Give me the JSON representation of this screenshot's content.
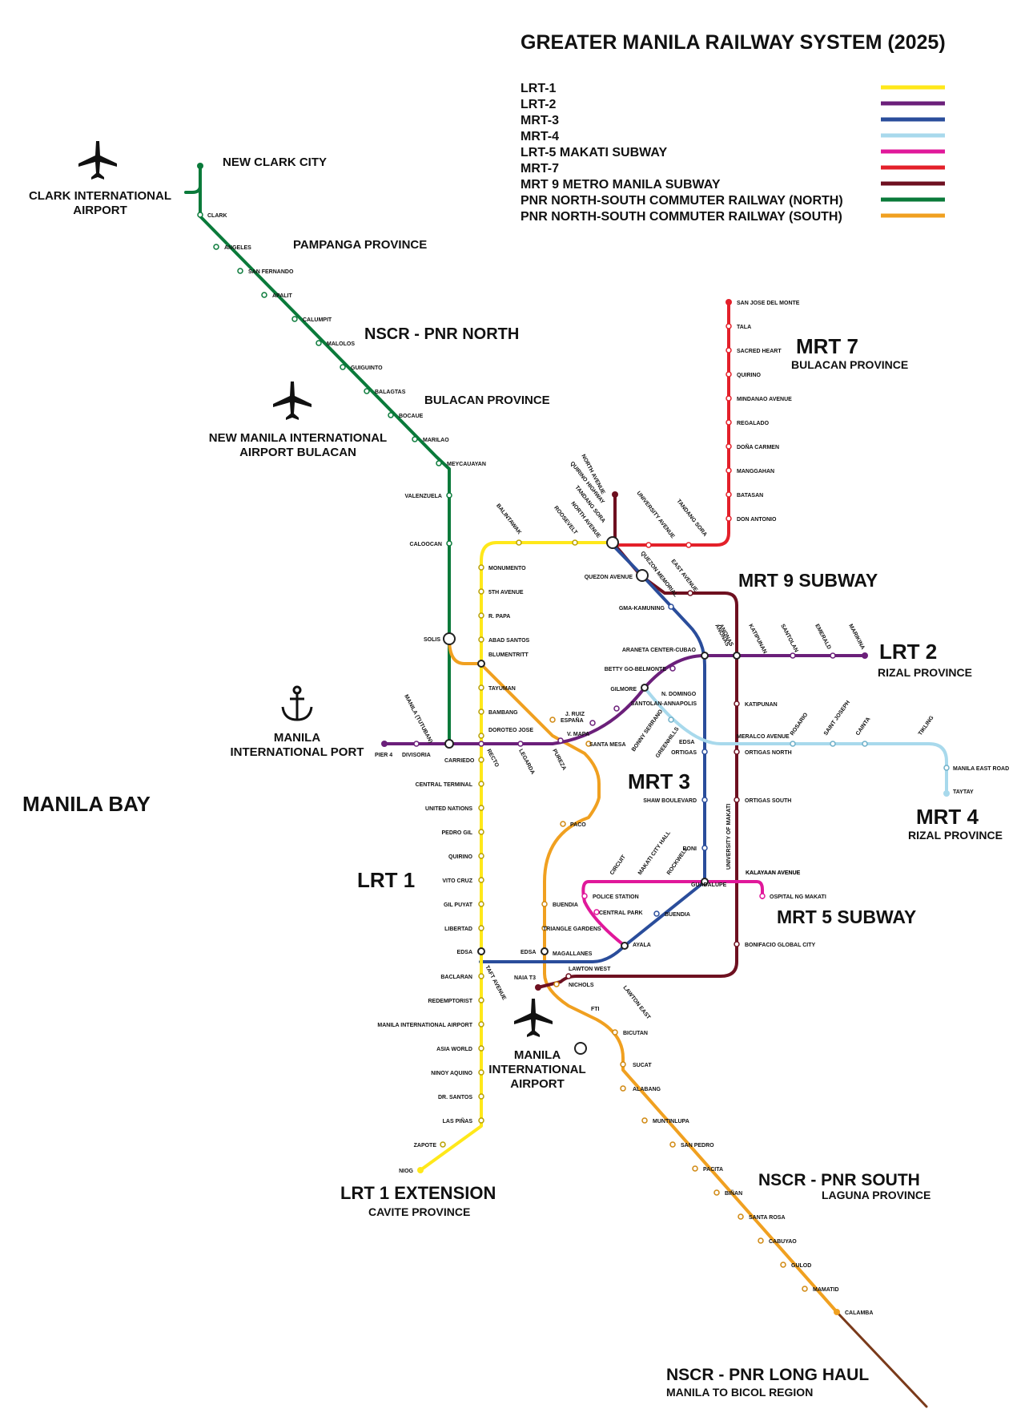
{
  "title": "GREATER MANILA RAILWAY SYSTEM (2025)",
  "legend": [
    {
      "name": "LRT-1",
      "color": "#ffe81a"
    },
    {
      "name": "LRT-2",
      "color": "#6b1f7a"
    },
    {
      "name": "MRT-3",
      "color": "#2a4d9b"
    },
    {
      "name": "MRT-4",
      "color": "#a8d9ec"
    },
    {
      "name": "LRT-5 MAKATI SUBWAY",
      "color": "#e0189a"
    },
    {
      "name": "MRT-7",
      "color": "#e3202a"
    },
    {
      "name": "MRT 9 METRO MANILA SUBWAY",
      "color": "#6e1020"
    },
    {
      "name": "PNR NORTH-SOUTH COMMUTER RAILWAY (NORTH)",
      "color": "#0a7a3a"
    },
    {
      "name": "PNR NORTH-SOUTH COMMUTER RAILWAY (SOUTH)",
      "color": "#f0a020"
    }
  ],
  "labels": {
    "clark_airport_1": "CLARK INTERNATIONAL",
    "clark_airport_2": "AIRPORT",
    "new_clark": "NEW CLARK CITY",
    "pampanga": "PAMPANGA PROVINCE",
    "nscr_north": "NSCR - PNR NORTH",
    "bulacan": "BULACAN PROVINCE",
    "bulacan_airport_1": "NEW MANILA INTERNATIONAL",
    "bulacan_airport_2": "AIRPORT BULACAN",
    "port_1": "MANILA",
    "port_2": "INTERNATIONAL PORT",
    "manila_bay": "MANILA BAY",
    "mrt7": "MRT 7",
    "mrt7_sub": "BULACAN PROVINCE",
    "mrt9": "MRT 9 SUBWAY",
    "lrt2": "LRT 2",
    "lrt2_sub": "RIZAL PROVINCE",
    "mrt3": "MRT 3",
    "mrt4": "MRT 4",
    "mrt4_sub": "RIZAL PROVINCE",
    "lrt1": "LRT 1",
    "mrt5": "MRT 5 SUBWAY",
    "naia_1": "MANILA",
    "naia_2": "INTERNATIONAL",
    "naia_3": "AIRPORT",
    "lrt1_ext": "LRT 1 EXTENSION",
    "lrt1_ext_sub": "CAVITE PROVINCE",
    "nscr_south": "NSCR - PNR SOUTH",
    "nscr_south_sub": "LAGUNA PROVINCE",
    "long_haul": "NSCR - PNR LONG HAUL",
    "long_haul_sub": "MANILA TO BICOL REGION"
  },
  "stations": {
    "pnr_north": [
      "CLARK",
      "ANGELES",
      "SAN FERNANDO",
      "APALIT",
      "CALUMPIT",
      "MALOLOS",
      "GUIGUINTO",
      "BALAGTAS",
      "BOCAUE",
      "MARILAO",
      "MEYCAUAYAN",
      "VALENZUELA",
      "CALOOCAN",
      "SOLIS"
    ],
    "lrt1": [
      "BALINTAWAK",
      "ROOSEVELT",
      "MONUMENTO",
      "5TH AVENUE",
      "R. PAPA",
      "ABAD SANTOS",
      "BLUMENTRITT",
      "TAYUMAN",
      "BAMBANG",
      "DOROTEO JOSE",
      "CARRIEDO",
      "CENTRAL TERMINAL",
      "UNITED NATIONS",
      "PEDRO GIL",
      "QUIRINO",
      "VITO CRUZ",
      "GIL PUYAT",
      "LIBERTAD",
      "EDSA",
      "BACLARAN",
      "REDEMPTORIST",
      "MANILA INTERNATIONAL AIRPORT",
      "ASIA WORLD",
      "NINOY AQUINO",
      "DR. SANTOS",
      "LAS PIÑAS",
      "ZAPOTE",
      "NIOG"
    ],
    "lrt2": [
      "PIER 4",
      "DIVISORIA",
      "MANILA (TUTUBAN)",
      "RECTO",
      "LEGARDA",
      "PUREZA",
      "V. MAPA",
      "J. RUIZ",
      "GILMORE",
      "BETTY GO-BELMONTE",
      "ARANETA CENTER-CUBAO",
      "ANONAS",
      "KATIPUNAN",
      "SANTOLAN",
      "EMERALD",
      "MARIKINA"
    ],
    "mrt3": [
      "NORTH AVENUE",
      "QUEZON AVENUE",
      "GMA-KAMUNING",
      "SANTOLAN-ANNAPOLIS",
      "ORTIGAS",
      "SHAW BOULEVARD",
      "BONI",
      "GUADALUPE",
      "BUENDIA",
      "AYALA",
      "MAGALLANES",
      "TAFT AVENUE"
    ],
    "mrt4": [
      "N. DOMINGO",
      "BONNY SERRANO",
      "GREENHILLS",
      "EDSA",
      "MERALCO AVENUE",
      "ROSARIO",
      "SAINT JOSEPH",
      "CAINTA",
      "TAYTAY",
      "MANILA EAST ROAD",
      "TIKLING"
    ],
    "mrt5": [
      "CIRCUIT",
      "MAKATI CITY HALL",
      "ROCKWELL",
      "POLICE STATION",
      "CENTRAL PARK",
      "KALAYAAN AVENUE",
      "OSPITAL NG MAKATI"
    ],
    "mrt7": [
      "SAN JOSE DEL MONTE",
      "TALA",
      "SACRED HEART",
      "QUIRINO",
      "MINDANAO AVENUE",
      "REGALADO",
      "DOÑA CARMEN",
      "MANGGAHAN",
      "BATASAN",
      "DON ANTONIO",
      "TANDANG SORA",
      "UNIVERSITY AVENUE"
    ],
    "mrt9": [
      "QUIRINO HIGHWAY",
      "TANDANG SORA",
      "NORTH AVENUE",
      "QUEZON MEMORIAL",
      "EAST AVENUE",
      "ANONAS",
      "KATIPUNAN",
      "ORTIGAS NORTH",
      "ORTIGAS SOUTH",
      "KALAYAAN AVENUE",
      "BONIFACIO GLOBAL CITY",
      "LAWTON WEST",
      "NAIA T3",
      "UNIVERSITY OF MAKATI"
    ],
    "pnr_south": [
      "ESPAÑA",
      "SANTA MESA",
      "PACO",
      "BUENDIA",
      "TRIANGLE GARDENS",
      "EDSA",
      "NICHOLS",
      "LAWTON EAST",
      "FTI",
      "BICUTAN",
      "SUCAT",
      "ALABANG",
      "MUNTINLUPA",
      "SAN PEDRO",
      "PACITA",
      "BIÑAN",
      "SANTA ROSA",
      "CABUYAO",
      "GULOD",
      "MAMATID",
      "CALAMBA"
    ]
  }
}
